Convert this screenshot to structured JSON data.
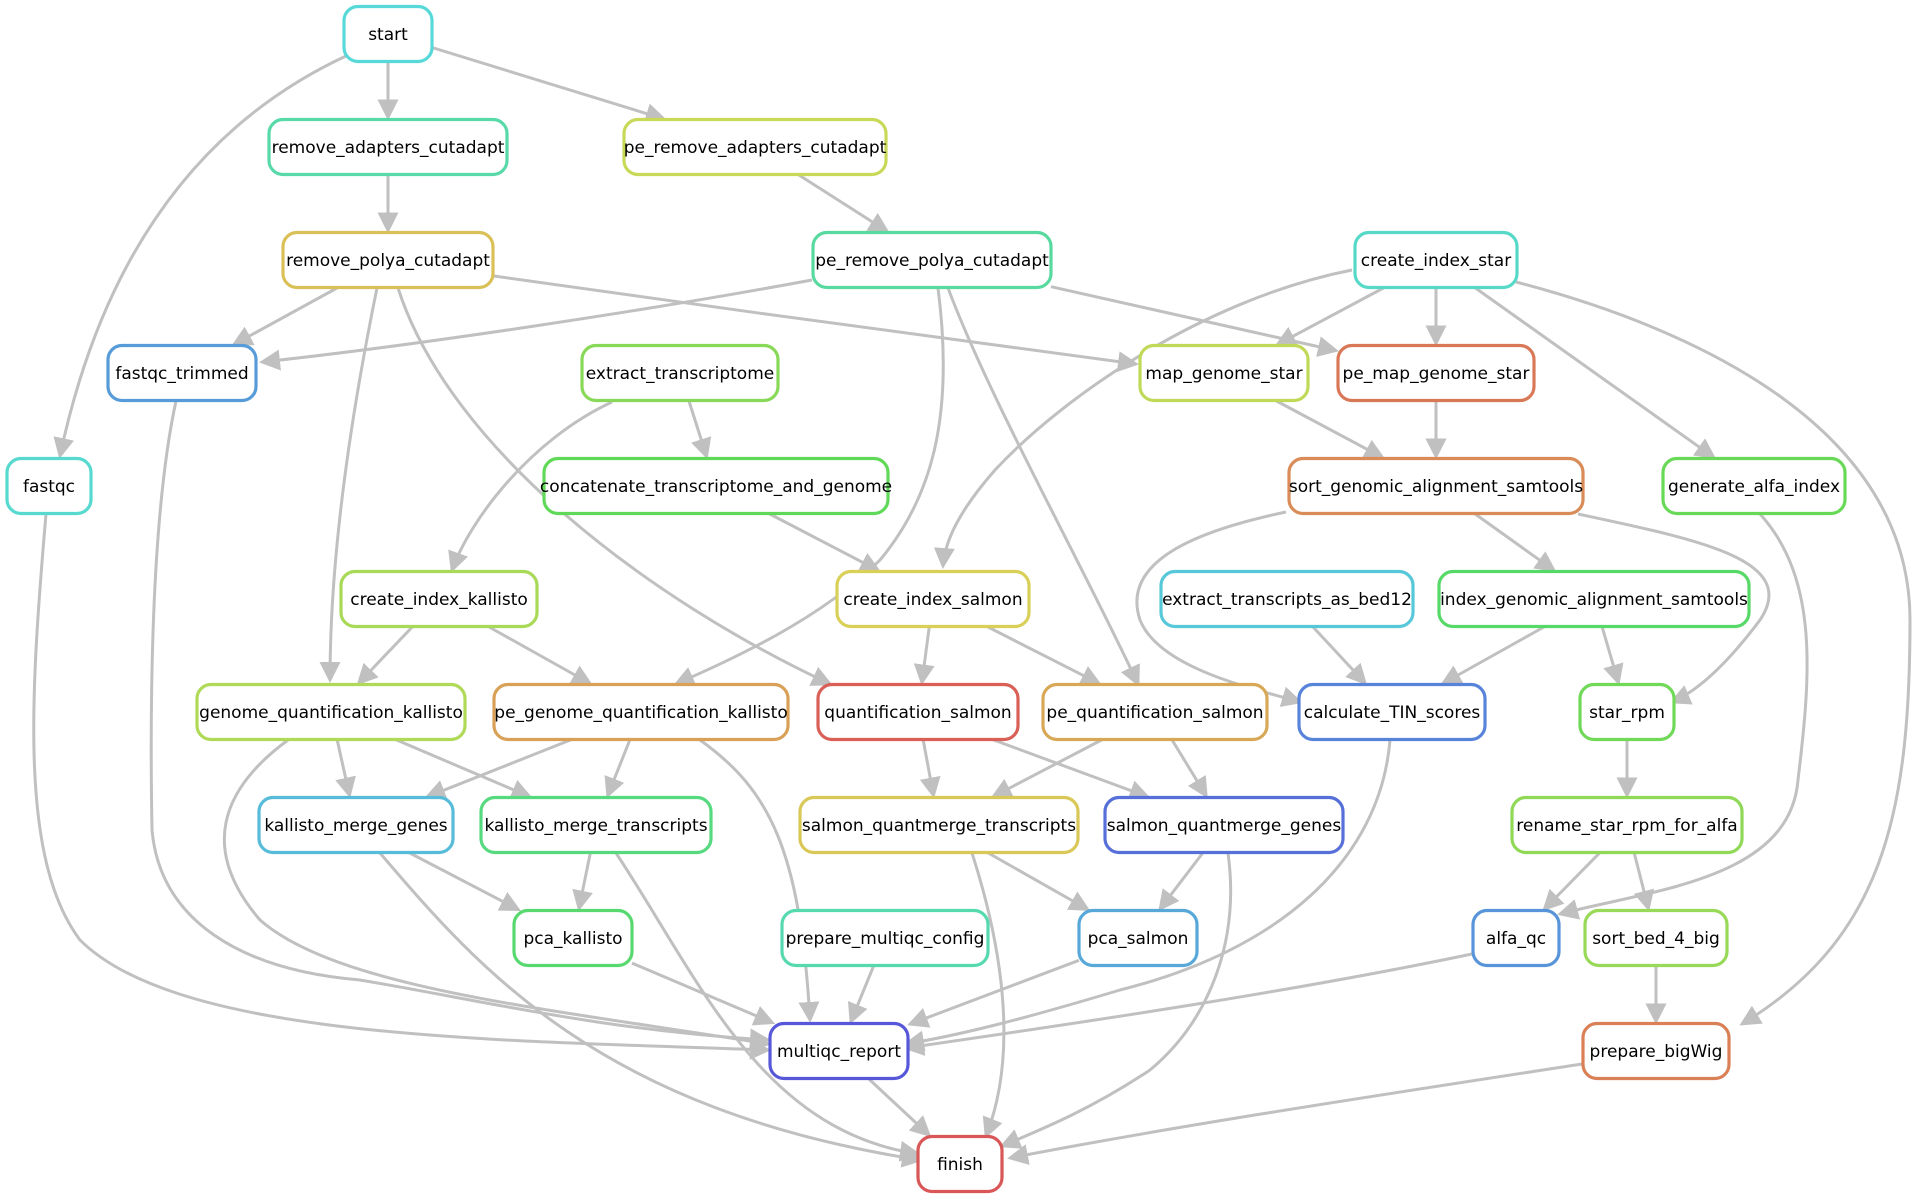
{
  "nodes": [
    {
      "id": "start",
      "label": "start",
      "color": "#57d9d9"
    },
    {
      "id": "remove_adapters_cutadapt",
      "label": "remove_adapters_cutadapt",
      "color": "#57d9a8"
    },
    {
      "id": "pe_remove_adapters_cutadapt",
      "label": "pe_remove_adapters_cutadapt",
      "color": "#c8d957"
    },
    {
      "id": "remove_polya_cutadapt",
      "label": "remove_polya_cutadapt",
      "color": "#d9c057"
    },
    {
      "id": "pe_remove_polya_cutadapt",
      "label": "pe_remove_polya_cutadapt",
      "color": "#57d9a0"
    },
    {
      "id": "create_index_star",
      "label": "create_index_star",
      "color": "#57d9c8"
    },
    {
      "id": "fastqc_trimmed",
      "label": "fastqc_trimmed",
      "color": "#579cd9"
    },
    {
      "id": "extract_transcriptome",
      "label": "extract_transcriptome",
      "color": "#88d957"
    },
    {
      "id": "map_genome_star",
      "label": "map_genome_star",
      "color": "#c0d957"
    },
    {
      "id": "pe_map_genome_star",
      "label": "pe_map_genome_star",
      "color": "#d97857"
    },
    {
      "id": "fastqc",
      "label": "fastqc",
      "color": "#57d9d0"
    },
    {
      "id": "concatenate_transcriptome_and_genome",
      "label": "concatenate_transcriptome_and_genome",
      "color": "#5fd957"
    },
    {
      "id": "sort_genomic_alignment_samtools",
      "label": "sort_genomic_alignment_samtools",
      "color": "#d98c57"
    },
    {
      "id": "generate_alfa_index",
      "label": "generate_alfa_index",
      "color": "#68d957"
    },
    {
      "id": "create_index_kallisto",
      "label": "create_index_kallisto",
      "color": "#a8d957"
    },
    {
      "id": "create_index_salmon",
      "label": "create_index_salmon",
      "color": "#d9d057"
    },
    {
      "id": "extract_transcripts_as_bed12",
      "label": "extract_transcripts_as_bed12",
      "color": "#57c8d9"
    },
    {
      "id": "index_genomic_alignment_samtools",
      "label": "index_genomic_alignment_samtools",
      "color": "#57d968"
    },
    {
      "id": "genome_quantification_kallisto",
      "label": "genome_quantification_kallisto",
      "color": "#b0d957"
    },
    {
      "id": "pe_genome_quantification_kallisto",
      "label": "pe_genome_quantification_kallisto",
      "color": "#d9a057"
    },
    {
      "id": "quantification_salmon",
      "label": "quantification_salmon",
      "color": "#d95f57"
    },
    {
      "id": "pe_quantification_salmon",
      "label": "pe_quantification_salmon",
      "color": "#d9a857"
    },
    {
      "id": "calculate_TIN_scores",
      "label": "calculate_TIN_scores",
      "color": "#5784d9"
    },
    {
      "id": "star_rpm",
      "label": "star_rpm",
      "color": "#70d957"
    },
    {
      "id": "kallisto_merge_genes",
      "label": "kallisto_merge_genes",
      "color": "#57bcd9"
    },
    {
      "id": "kallisto_merge_transcripts",
      "label": "kallisto_merge_transcripts",
      "color": "#57d980"
    },
    {
      "id": "salmon_quantmerge_transcripts",
      "label": "salmon_quantmerge_transcripts",
      "color": "#d9c857"
    },
    {
      "id": "salmon_quantmerge_genes",
      "label": "salmon_quantmerge_genes",
      "color": "#5770d9"
    },
    {
      "id": "rename_star_rpm_for_alfa",
      "label": "rename_star_rpm_for_alfa",
      "color": "#90d957"
    },
    {
      "id": "pca_kallisto",
      "label": "pca_kallisto",
      "color": "#57d970"
    },
    {
      "id": "prepare_multiqc_config",
      "label": "prepare_multiqc_config",
      "color": "#57d9b0"
    },
    {
      "id": "pca_salmon",
      "label": "pca_salmon",
      "color": "#57a8d9"
    },
    {
      "id": "alfa_qc",
      "label": "alfa_qc",
      "color": "#5794d9"
    },
    {
      "id": "sort_bed_4_big",
      "label": "sort_bed_4_big",
      "color": "#98d957"
    },
    {
      "id": "multiqc_report",
      "label": "multiqc_report",
      "color": "#5758d9"
    },
    {
      "id": "prepare_bigWig",
      "label": "prepare_bigWig",
      "color": "#d98057"
    },
    {
      "id": "finish",
      "label": "finish",
      "color": "#d95757"
    }
  ],
  "edges": [
    [
      "start",
      "remove_adapters_cutadapt"
    ],
    [
      "start",
      "pe_remove_adapters_cutadapt"
    ],
    [
      "start",
      "fastqc"
    ],
    [
      "remove_adapters_cutadapt",
      "remove_polya_cutadapt"
    ],
    [
      "pe_remove_adapters_cutadapt",
      "pe_remove_polya_cutadapt"
    ],
    [
      "remove_polya_cutadapt",
      "fastqc_trimmed"
    ],
    [
      "remove_polya_cutadapt",
      "map_genome_star"
    ],
    [
      "remove_polya_cutadapt",
      "genome_quantification_kallisto"
    ],
    [
      "remove_polya_cutadapt",
      "quantification_salmon"
    ],
    [
      "pe_remove_polya_cutadapt",
      "fastqc_trimmed"
    ],
    [
      "pe_remove_polya_cutadapt",
      "pe_map_genome_star"
    ],
    [
      "pe_remove_polya_cutadapt",
      "pe_genome_quantification_kallisto"
    ],
    [
      "pe_remove_polya_cutadapt",
      "pe_quantification_salmon"
    ],
    [
      "create_index_star",
      "map_genome_star"
    ],
    [
      "create_index_star",
      "pe_map_genome_star"
    ],
    [
      "create_index_star",
      "generate_alfa_index"
    ],
    [
      "create_index_star",
      "create_index_salmon"
    ],
    [
      "create_index_star",
      "prepare_bigWig"
    ],
    [
      "extract_transcriptome",
      "concatenate_transcriptome_and_genome"
    ],
    [
      "extract_transcriptome",
      "create_index_kallisto"
    ],
    [
      "concatenate_transcriptome_and_genome",
      "create_index_salmon"
    ],
    [
      "map_genome_star",
      "sort_genomic_alignment_samtools"
    ],
    [
      "pe_map_genome_star",
      "sort_genomic_alignment_samtools"
    ],
    [
      "sort_genomic_alignment_samtools",
      "index_genomic_alignment_samtools"
    ],
    [
      "sort_genomic_alignment_samtools",
      "calculate_TIN_scores"
    ],
    [
      "sort_genomic_alignment_samtools",
      "star_rpm"
    ],
    [
      "generate_alfa_index",
      "alfa_qc"
    ],
    [
      "create_index_kallisto",
      "genome_quantification_kallisto"
    ],
    [
      "create_index_kallisto",
      "pe_genome_quantification_kallisto"
    ],
    [
      "create_index_salmon",
      "quantification_salmon"
    ],
    [
      "create_index_salmon",
      "pe_quantification_salmon"
    ],
    [
      "extract_transcripts_as_bed12",
      "calculate_TIN_scores"
    ],
    [
      "index_genomic_alignment_samtools",
      "calculate_TIN_scores"
    ],
    [
      "index_genomic_alignment_samtools",
      "star_rpm"
    ],
    [
      "genome_quantification_kallisto",
      "kallisto_merge_genes"
    ],
    [
      "genome_quantification_kallisto",
      "kallisto_merge_transcripts"
    ],
    [
      "genome_quantification_kallisto",
      "multiqc_report"
    ],
    [
      "pe_genome_quantification_kallisto",
      "kallisto_merge_genes"
    ],
    [
      "pe_genome_quantification_kallisto",
      "kallisto_merge_transcripts"
    ],
    [
      "pe_genome_quantification_kallisto",
      "multiqc_report"
    ],
    [
      "quantification_salmon",
      "salmon_quantmerge_transcripts"
    ],
    [
      "quantification_salmon",
      "salmon_quantmerge_genes"
    ],
    [
      "pe_quantification_salmon",
      "salmon_quantmerge_transcripts"
    ],
    [
      "pe_quantification_salmon",
      "salmon_quantmerge_genes"
    ],
    [
      "star_rpm",
      "rename_star_rpm_for_alfa"
    ],
    [
      "kallisto_merge_genes",
      "pca_kallisto"
    ],
    [
      "kallisto_merge_genes",
      "finish"
    ],
    [
      "kallisto_merge_transcripts",
      "pca_kallisto"
    ],
    [
      "kallisto_merge_transcripts",
      "finish"
    ],
    [
      "salmon_quantmerge_transcripts",
      "pca_salmon"
    ],
    [
      "salmon_quantmerge_transcripts",
      "finish"
    ],
    [
      "salmon_quantmerge_genes",
      "pca_salmon"
    ],
    [
      "salmon_quantmerge_genes",
      "finish"
    ],
    [
      "rename_star_rpm_for_alfa",
      "alfa_qc"
    ],
    [
      "rename_star_rpm_for_alfa",
      "sort_bed_4_big"
    ],
    [
      "sort_bed_4_big",
      "prepare_bigWig"
    ],
    [
      "fastqc",
      "multiqc_report"
    ],
    [
      "fastqc_trimmed",
      "multiqc_report"
    ],
    [
      "calculate_TIN_scores",
      "multiqc_report"
    ],
    [
      "pca_kallisto",
      "multiqc_report"
    ],
    [
      "prepare_multiqc_config",
      "multiqc_report"
    ],
    [
      "pca_salmon",
      "multiqc_report"
    ],
    [
      "alfa_qc",
      "multiqc_report"
    ],
    [
      "multiqc_report",
      "finish"
    ],
    [
      "prepare_bigWig",
      "finish"
    ]
  ]
}
